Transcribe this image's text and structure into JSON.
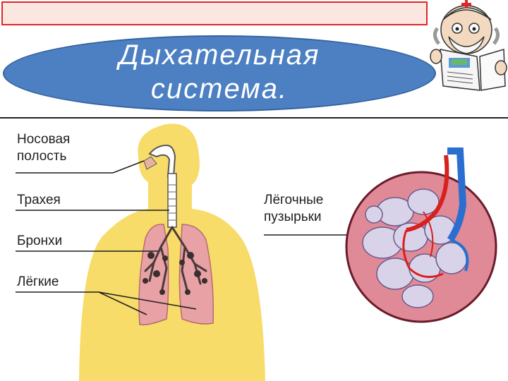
{
  "slide": {
    "title_line1": "Дыхательная",
    "title_line2": "система.",
    "labels": {
      "nasal_line1": "Носовая",
      "nasal_line2": "полость",
      "trachea": "Трахея",
      "bronchi": "Бронхи",
      "lungs": "Лёгкие",
      "alveoli_line1": "Лёгочные",
      "alveoli_line2": "пузырьки"
    }
  },
  "colors": {
    "accent_red": "#e0262a",
    "title_blue": "#4c80c2",
    "body_yellow": "#f7dc6a",
    "lung_pink": "#e8a1a5",
    "alveoli_bg": "#e08a98"
  }
}
